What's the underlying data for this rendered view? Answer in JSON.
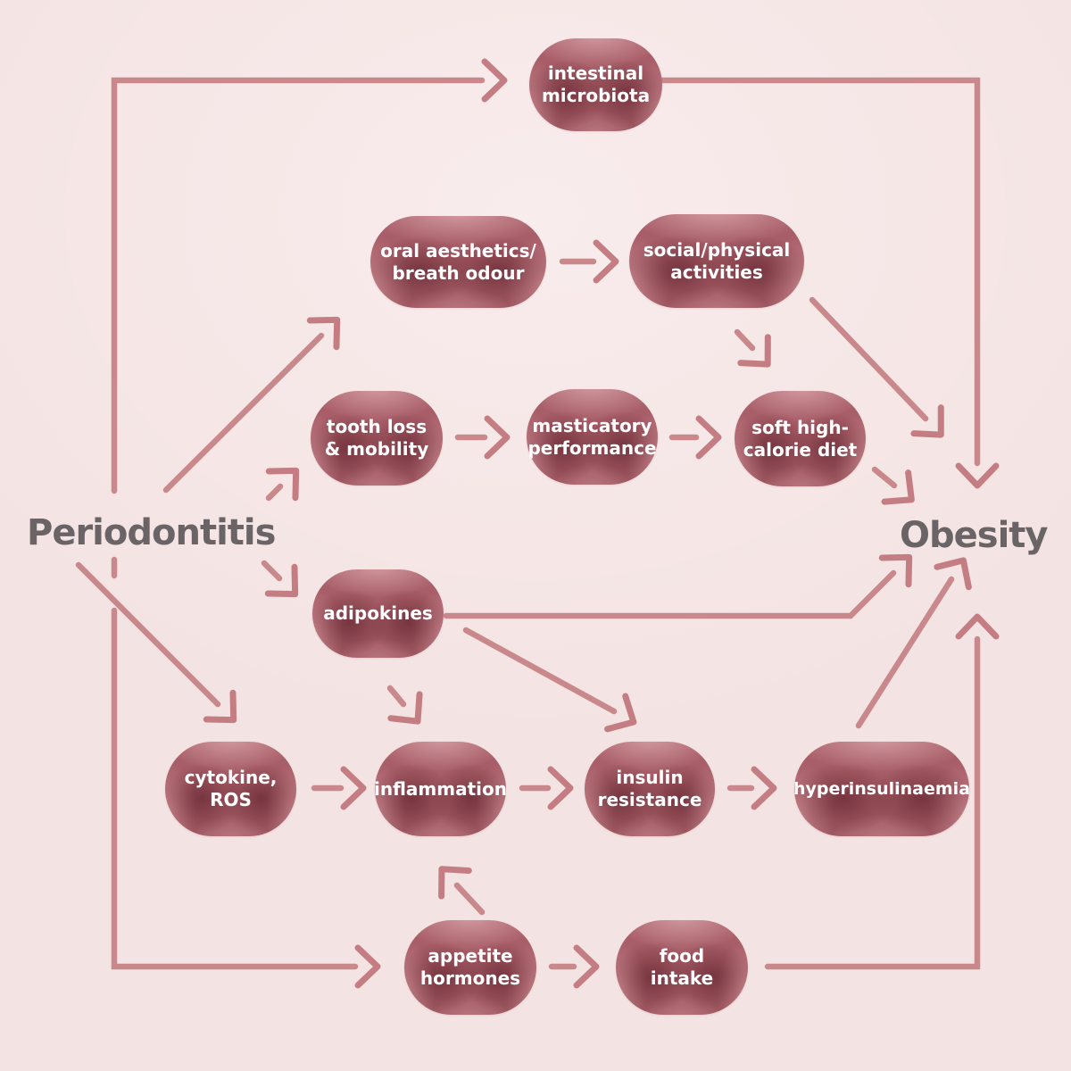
{
  "titles": {
    "left": "Periodontitis",
    "right": "Obesity"
  },
  "nodes": [
    {
      "id": "intestinal-microbiota",
      "label": "intestinal\nmicrobiota"
    },
    {
      "id": "oral-aesthetics-breath-odour",
      "label": "oral aesthetics/\nbreath odour"
    },
    {
      "id": "social-physical-activities",
      "label": "social/physical\nactivities"
    },
    {
      "id": "tooth-loss-mobility",
      "label": "tooth loss\n& mobility"
    },
    {
      "id": "masticatory-performance",
      "label": "masticatory\nperformance"
    },
    {
      "id": "soft-high-calorie-diet",
      "label": "soft high-\ncalorie diet"
    },
    {
      "id": "adipokines",
      "label": "adipokines"
    },
    {
      "id": "cytokine-ros",
      "label": "cytokine,\nROS"
    },
    {
      "id": "inflammation",
      "label": "inflammation"
    },
    {
      "id": "insulin-resistance",
      "label": "insulin\nresistance"
    },
    {
      "id": "hyperinsulinaemia",
      "label": "hyperinsulinaemia"
    },
    {
      "id": "appetite-hormones",
      "label": "appetite\nhormones"
    },
    {
      "id": "food-intake",
      "label": "food\nintake"
    }
  ],
  "edges": [
    {
      "from": "Periodontitis",
      "to": "intestinal microbiota"
    },
    {
      "from": "intestinal microbiota",
      "to": "Obesity"
    },
    {
      "from": "Periodontitis",
      "to": "oral aesthetics/breath odour"
    },
    {
      "from": "Periodontitis",
      "to": "tooth loss & mobility"
    },
    {
      "from": "Periodontitis",
      "to": "adipokines"
    },
    {
      "from": "Periodontitis",
      "to": "cytokine, ROS"
    },
    {
      "from": "Periodontitis",
      "to": "appetite hormones"
    },
    {
      "from": "oral aesthetics/breath odour",
      "to": "social/physical activities"
    },
    {
      "from": "social/physical activities",
      "to": "soft high-calorie diet"
    },
    {
      "from": "social/physical activities",
      "to": "Obesity"
    },
    {
      "from": "tooth loss & mobility",
      "to": "masticatory performance"
    },
    {
      "from": "masticatory performance",
      "to": "soft high-calorie diet"
    },
    {
      "from": "soft high-calorie diet",
      "to": "Obesity"
    },
    {
      "from": "adipokines",
      "to": "inflammation"
    },
    {
      "from": "adipokines",
      "to": "insulin resistance"
    },
    {
      "from": "adipokines",
      "to": "Obesity"
    },
    {
      "from": "cytokine, ROS",
      "to": "inflammation"
    },
    {
      "from": "inflammation",
      "to": "insulin resistance"
    },
    {
      "from": "insulin resistance",
      "to": "hyperinsulinaemia"
    },
    {
      "from": "hyperinsulinaemia",
      "to": "Obesity"
    },
    {
      "from": "appetite hormones",
      "to": "inflammation"
    },
    {
      "from": "appetite hormones",
      "to": "food intake"
    },
    {
      "from": "food intake",
      "to": "Obesity"
    }
  ],
  "colors": {
    "background": "#f4e3e3",
    "line": "#c9898c",
    "arrowhead": "#c47e83",
    "node_base": "#a55d67",
    "node_dark": "#7d3a44",
    "node_light": "#d4a3a8",
    "node_text": "#ffffff",
    "heading_text": "#6a6466"
  }
}
